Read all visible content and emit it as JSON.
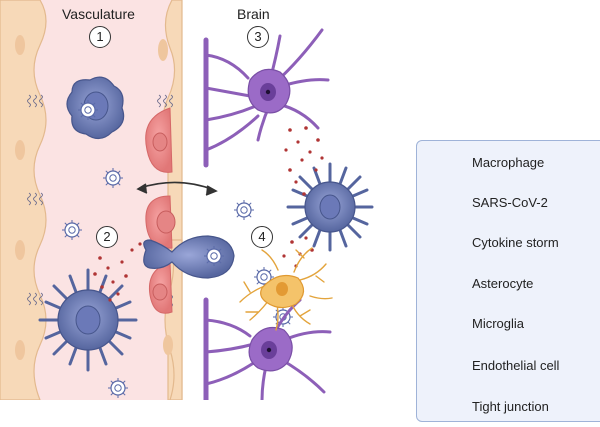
{
  "titles": {
    "vasculature": "Vasculature",
    "brain": "Brain"
  },
  "steps": [
    "1",
    "2",
    "3",
    "4"
  ],
  "legend": {
    "items": [
      {
        "label": "Macrophage",
        "icon": "macrophage-icon"
      },
      {
        "label": "SARS-CoV-2",
        "icon": "virus-icon"
      },
      {
        "label": "Cytokine storm",
        "icon": "cytokine-icon"
      },
      {
        "label": "Asterocyte",
        "icon": "astrocyte-icon"
      },
      {
        "label": "Microglia",
        "icon": "microglia-icon"
      },
      {
        "label": "Endothelial cell",
        "icon": "endothelial-cell-icon"
      },
      {
        "label": "Tight junction",
        "icon": "tight-junction-icon"
      }
    ]
  },
  "colors": {
    "vessel_bg": "#fbe3e3",
    "endothelial": "#f7d9b8",
    "endothelial_edge": "#e3b98e",
    "macrophage": "#5f6fae",
    "macrophage_light": "#8d99cf",
    "red_cell": "#f08f8f",
    "astrocyte": "#8d5fb8",
    "microglia": "#f2c36b",
    "cytokine": "#b03535",
    "legend_bg": "#eef2fb",
    "legend_border": "#9fb3d8"
  }
}
